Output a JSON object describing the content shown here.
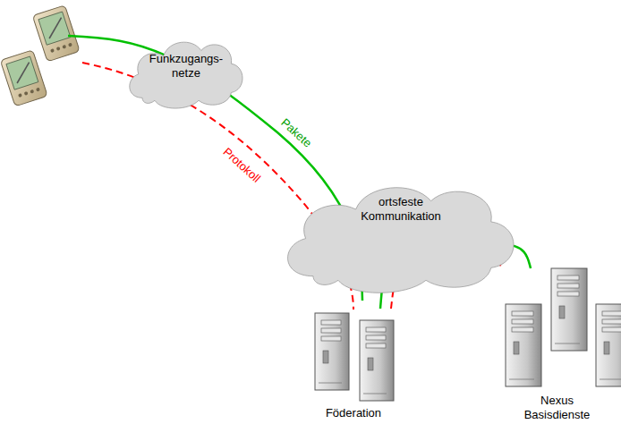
{
  "diagram": {
    "nodes": [
      {
        "text": [
          "Funkzugangs- netze"
        ]
      },
      {
        "text": [
          "ortsfeste Kommunikation"
        ]
      },
      {
        "text": [
          "Föderation"
        ]
      },
      {
        "text": [
          "Nexus Basisdienste"
        ]
      }
    ],
    "edges": [
      {
        "from": 2,
        "to": 3,
        "arrow": "none"
      },
      {
        "from": 2,
        "to": 3,
        "arrow": "none"
      }
    ],
    "labels": [
      "Pakete",
      "Protokoll"
    ]
  }
}
